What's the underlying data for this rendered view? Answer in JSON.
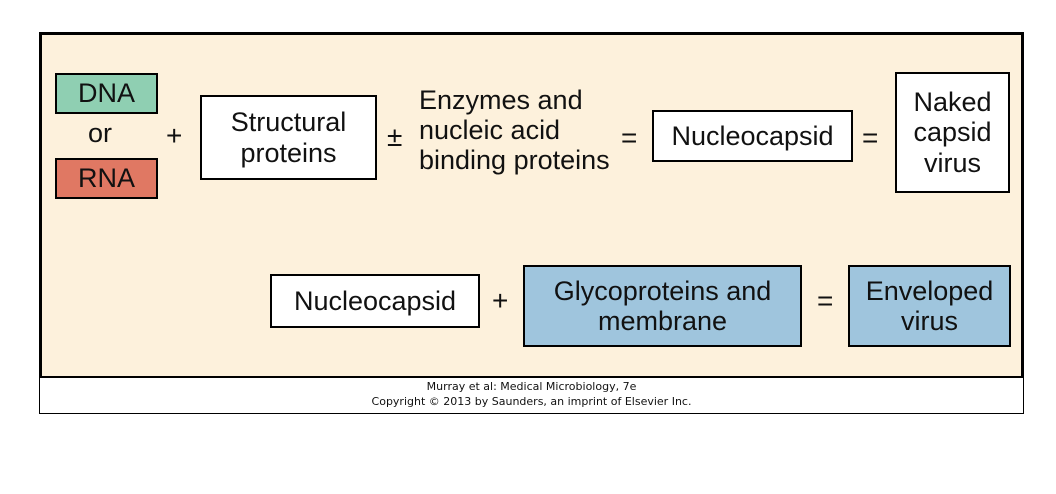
{
  "row1": {
    "dna": "DNA",
    "or": "or",
    "rna": "RNA",
    "plus": "+",
    "structural": "Structural\nproteins",
    "plusminus": "±",
    "enzymes": "Enzymes and\nnucleic acid\nbinding proteins",
    "equals1": "=",
    "nucleocapsid": "Nucleocapsid",
    "equals2": "=",
    "naked": "Naked\ncapsid\nvirus"
  },
  "row2": {
    "nucleocapsid": "Nucleocapsid",
    "plus": "+",
    "glyco": "Glycoproteins and\nmembrane",
    "equals": "=",
    "enveloped": "Enveloped\nvirus"
  },
  "credit": {
    "line1": "Murray et al: Medical Microbiology, 7e",
    "line2": "Copyright © 2013 by Saunders, an imprint of Elsevier Inc."
  },
  "colors": {
    "panel_bg": "#fdf1dc",
    "dna_fill": "#8fcfb2",
    "rna_fill": "#e07863",
    "envelope_fill": "#9fc5dd"
  }
}
